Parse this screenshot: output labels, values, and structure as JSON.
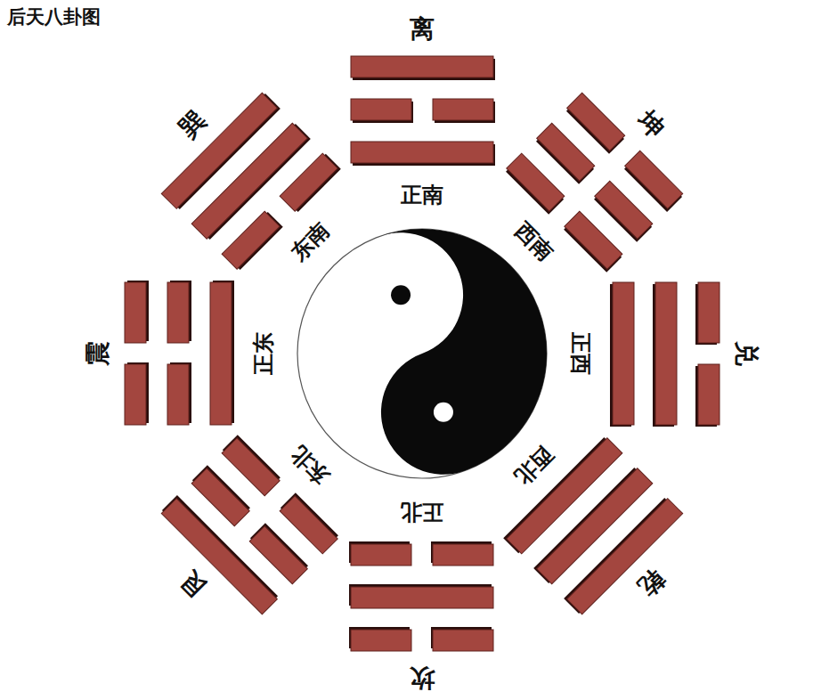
{
  "diagram": {
    "title": "后天八卦图",
    "labels": [
      "离",
      "正南",
      "坤",
      "西南",
      "兑",
      "正西",
      "乾",
      "西北",
      "坎",
      "正北",
      "艮",
      "东北",
      "震",
      "正东",
      "巽",
      "东南"
    ]
  }
}
